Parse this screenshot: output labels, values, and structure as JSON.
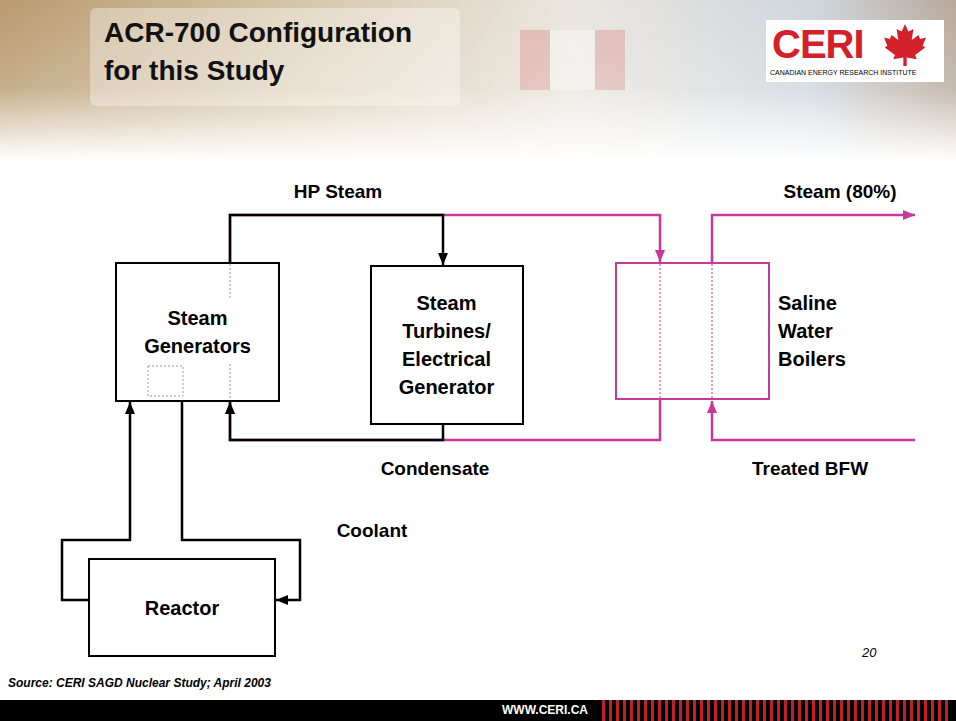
{
  "diagram": {
    "title": "ACR-700 Configuration for this Study",
    "nodes": [
      {
        "text": [
          "Steam Generators"
        ]
      },
      {
        "text": [
          "Steam Turbines/ Electrical Generator"
        ]
      },
      {
        "text": [
          "Saline Water Boilers"
        ]
      },
      {
        "text": [
          "Reactor"
        ]
      }
    ],
    "edges": [
      {
        "from": 0,
        "to": 1,
        "arrow": "to",
        "label": "HP Steam"
      },
      {
        "from": 1,
        "to": 0,
        "arrow": "to",
        "label": "Condensate"
      },
      {
        "from": 0,
        "to": 2,
        "arrow": "to"
      },
      {
        "from": 2,
        "to": 0,
        "arrow": "to"
      },
      {
        "from": 3,
        "to": 0,
        "arrow": "to"
      },
      {
        "from": 0,
        "to": 3,
        "arrow": "to",
        "label": "Coolant"
      }
    ],
    "labels": [
      "CERI",
      "CANADIAN ENERGY RESEARCH INSTITUTE",
      "Steam (80%)",
      "Treated BFW",
      "Source: CERI SAGD Nuclear Study; April 2003",
      "20",
      "WWW.CERI.CA"
    ]
  }
}
